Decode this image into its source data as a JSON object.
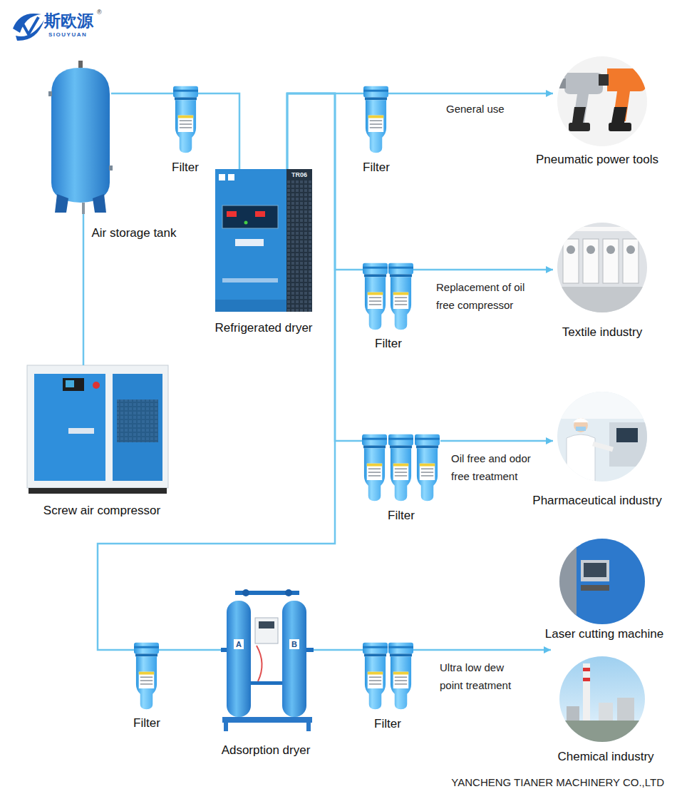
{
  "diagram": {
    "nodes": [
      {
        "text": [
          "Air storage tank"
        ]
      },
      {
        "text": [
          "Filter"
        ]
      },
      {
        "text": [
          "Refrigerated dryer"
        ]
      },
      {
        "text": [
          "Screw air compressor"
        ]
      },
      {
        "text": [
          "Filter"
        ]
      },
      {
        "text": [
          "Pneumatic power tools"
        ]
      },
      {
        "text": [
          "Filter"
        ]
      },
      {
        "text": [
          "Textile industry"
        ]
      },
      {
        "text": [
          "Filter"
        ]
      },
      {
        "text": [
          "Pharmaceutical industry"
        ]
      },
      {
        "text": [
          "Filter"
        ]
      },
      {
        "text": [
          "Adsorption dryer"
        ]
      },
      {
        "text": [
          "Filter"
        ]
      },
      {
        "text": [
          "Laser cutting machine"
        ]
      },
      {
        "text": [
          "Chemical industry"
        ]
      }
    ],
    "edges": [
      {
        "from": 3,
        "to": 0,
        "arrow": "none"
      },
      {
        "from": 0,
        "to": 1,
        "arrow": "none"
      },
      {
        "from": 1,
        "to": 2,
        "arrow": "none"
      },
      {
        "from": 2,
        "to": 4,
        "arrow": "none"
      },
      {
        "from": 4,
        "to": 5,
        "label": "General use",
        "arrow": "to"
      },
      {
        "from": 2,
        "to": 6,
        "arrow": "none"
      },
      {
        "from": 6,
        "to": 7,
        "label": "Replacement of oil free compressor",
        "arrow": "to"
      },
      {
        "from": 2,
        "to": 8,
        "arrow": "none"
      },
      {
        "from": 8,
        "to": 9,
        "label": "Oil free and odor free treatment",
        "arrow": "to"
      },
      {
        "from": 2,
        "to": 10,
        "arrow": "none"
      },
      {
        "from": 10,
        "to": 11,
        "arrow": "none"
      },
      {
        "from": 11,
        "to": 12,
        "arrow": "none"
      },
      {
        "from": 12,
        "to": 13,
        "label": "Ultra low dew point treatment",
        "arrow": "to"
      }
    ],
    "labels": [
      "斯欧源",
      "SIOUYUAN",
      "®",
      "TR06",
      "A",
      "B",
      "YANCHENG TIANER MACHINERY CO.,LTD"
    ]
  }
}
